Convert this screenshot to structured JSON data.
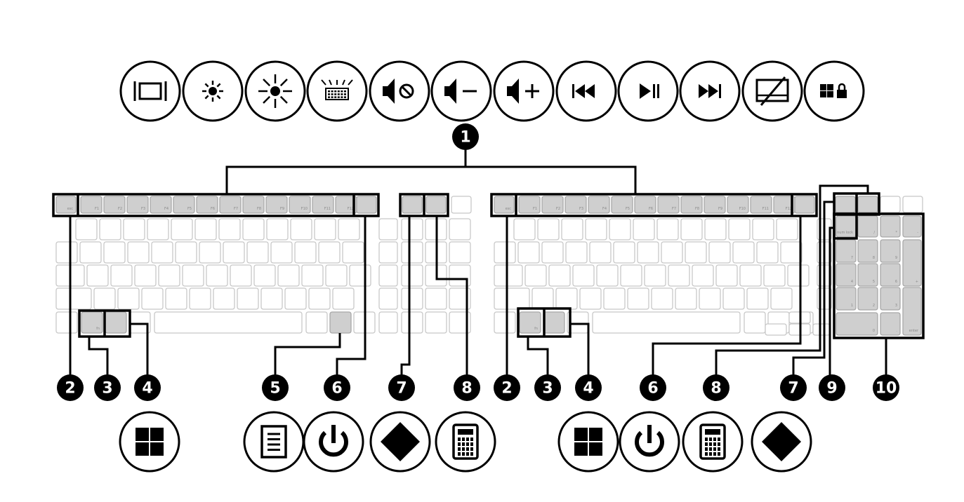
{
  "top_icons": [
    "screen-switch-icon",
    "brightness-down-icon",
    "brightness-up-icon",
    "keyboard-backlight-icon",
    "mute-icon",
    "volume-down-icon",
    "volume-up-icon",
    "previous-track-icon",
    "play-pause-icon",
    "next-track-icon",
    "touchpad-disable-icon",
    "windows-lock-icon"
  ],
  "bottom_icons": [
    "windows-icon",
    "menu-icon",
    "power-icon",
    "diamond-icon",
    "calculator-icon",
    "windows-icon",
    "power-icon",
    "calculator-icon",
    "diamond-icon"
  ],
  "callouts": [
    "1",
    "2",
    "3",
    "4",
    "5",
    "6",
    "7",
    "8",
    "2",
    "3",
    "4",
    "6",
    "8",
    "7",
    "9",
    "10"
  ],
  "keys": {
    "esc": "esc",
    "function_keys": [
      "F1",
      "F2",
      "F3",
      "F4",
      "F5",
      "F6",
      "F7",
      "F8",
      "F9",
      "F10",
      "F11",
      "F12"
    ],
    "fn": "fn",
    "num_lock": "num lock",
    "numpad": [
      "/",
      "*",
      "-",
      "7",
      "8",
      "9",
      "+",
      "4",
      "5",
      "6",
      "1",
      "2",
      "3",
      "enter",
      "0",
      ".",
      "del"
    ]
  },
  "colors": {
    "highlight_key": "#cfcfcf",
    "outline": "#000000",
    "key_outline": "#c8c8c8"
  }
}
